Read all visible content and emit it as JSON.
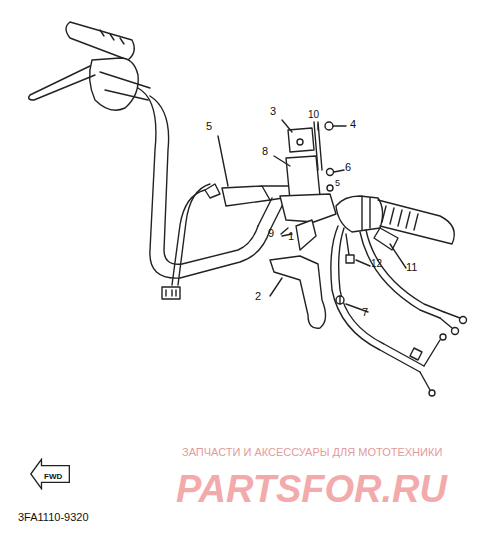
{
  "diagram": {
    "nodes": [
      {
        "text": [
          "FWD"
        ]
      }
    ],
    "labels": [
      "3",
      "10",
      "4",
      "5",
      "8",
      "6",
      "5",
      "9",
      "1",
      "12",
      "11",
      "2",
      "7",
      "3FA1110-9320",
      "ЗАПЧАСТИ И АКСЕССУАРЫ ДЛЯ МОТОТЕХНИКИ",
      "PARTSFOR.RU"
    ]
  }
}
